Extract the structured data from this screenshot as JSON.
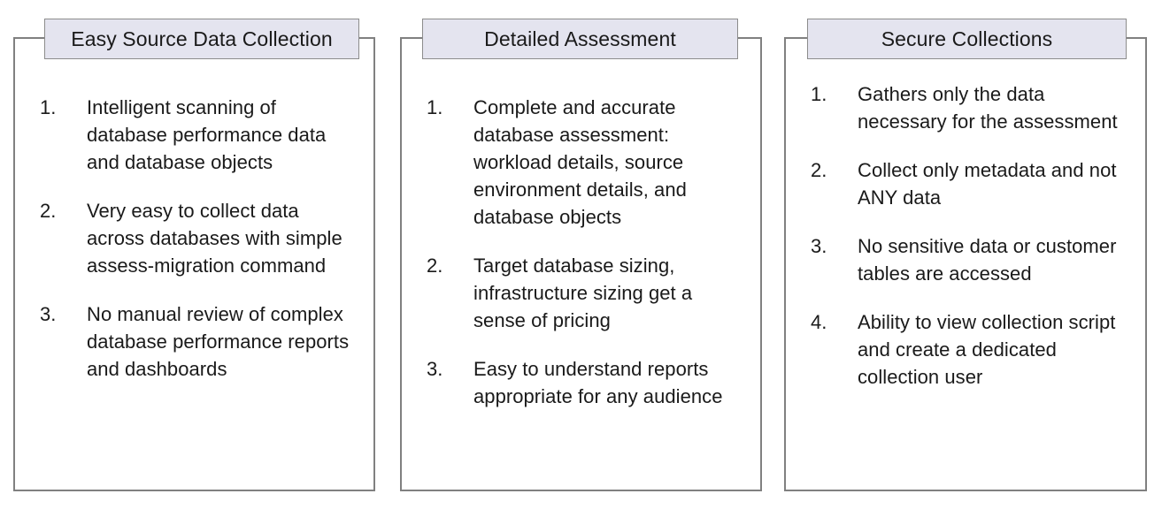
{
  "colors": {
    "header_fill": "#e4e4ef",
    "header_border": "#8c8c8c",
    "box_border": "#808080",
    "text": "#1a1a1a",
    "background": "#ffffff"
  },
  "panels": [
    {
      "title": "Easy Source Data Collection",
      "items": [
        {
          "number": "1.",
          "text": "Intelligent scanning of database performance data and database objects"
        },
        {
          "number": "2.",
          "text": "Very easy to collect data across databases with simple assess-migration command"
        },
        {
          "number": "3.",
          "text": "No manual review of complex database performance reports and dashboards"
        }
      ]
    },
    {
      "title": "Detailed Assessment",
      "items": [
        {
          "number": "1.",
          "text": "Complete and accurate database assessment: workload details, source environment details, and database objects"
        },
        {
          "number": "2.",
          "text": "Target database sizing, infrastructure sizing get a sense of pricing"
        },
        {
          "number": "3.",
          "text": "Easy to understand reports appropriate for any audience"
        }
      ]
    },
    {
      "title": "Secure Collections",
      "items": [
        {
          "number": "1.",
          "text": "Gathers only the data necessary for the assessment"
        },
        {
          "number": "2.",
          "text": "Collect only metadata and not ANY data"
        },
        {
          "number": "3.",
          "text": "No sensitive data or customer tables are accessed"
        },
        {
          "number": "4.",
          "text": "Ability to view collection script and create a dedicated collection user"
        }
      ]
    }
  ]
}
